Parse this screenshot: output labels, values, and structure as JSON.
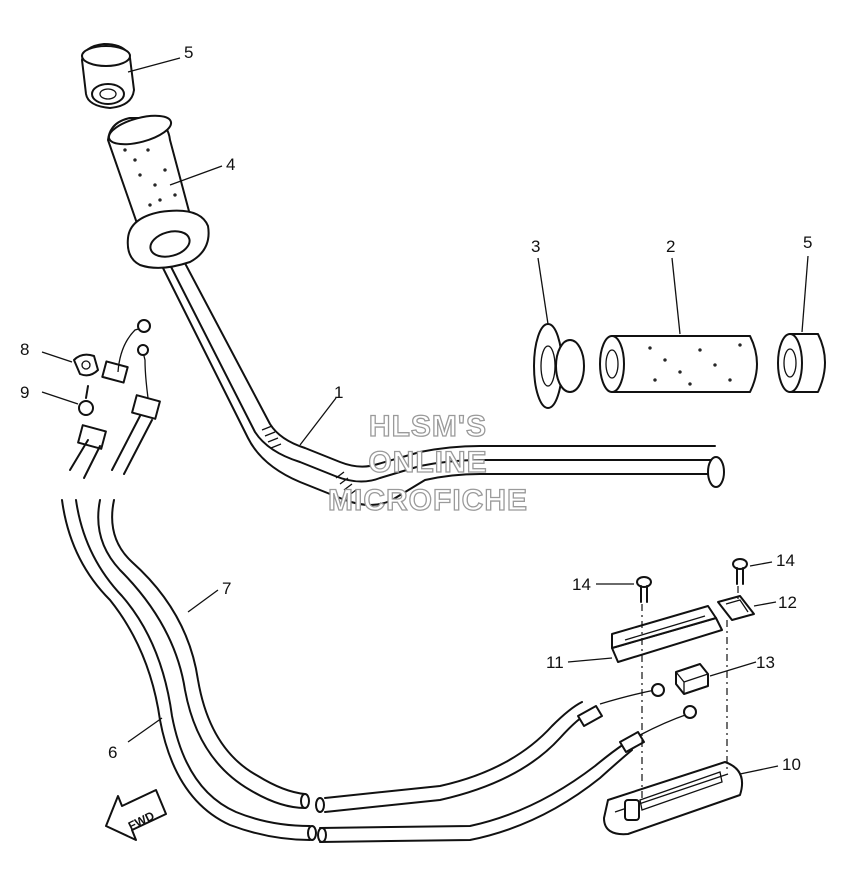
{
  "watermark": {
    "line1": "HLSM'S",
    "line2": "ONLINE",
    "line3": "MICROFICHE"
  },
  "direction_arrow": {
    "label": "FWD"
  },
  "callouts": [
    {
      "id": "c1",
      "label": "1"
    },
    {
      "id": "c2",
      "label": "2"
    },
    {
      "id": "c3",
      "label": "3"
    },
    {
      "id": "c4",
      "label": "4"
    },
    {
      "id": "c5a",
      "label": "5"
    },
    {
      "id": "c5b",
      "label": "5"
    },
    {
      "id": "c6",
      "label": "6"
    },
    {
      "id": "c7",
      "label": "7"
    },
    {
      "id": "c8",
      "label": "8"
    },
    {
      "id": "c9",
      "label": "9"
    },
    {
      "id": "c10",
      "label": "10"
    },
    {
      "id": "c11",
      "label": "11"
    },
    {
      "id": "c12",
      "label": "12"
    },
    {
      "id": "c13",
      "label": "13"
    },
    {
      "id": "c14a",
      "label": "14"
    },
    {
      "id": "c14b",
      "label": "14"
    }
  ]
}
